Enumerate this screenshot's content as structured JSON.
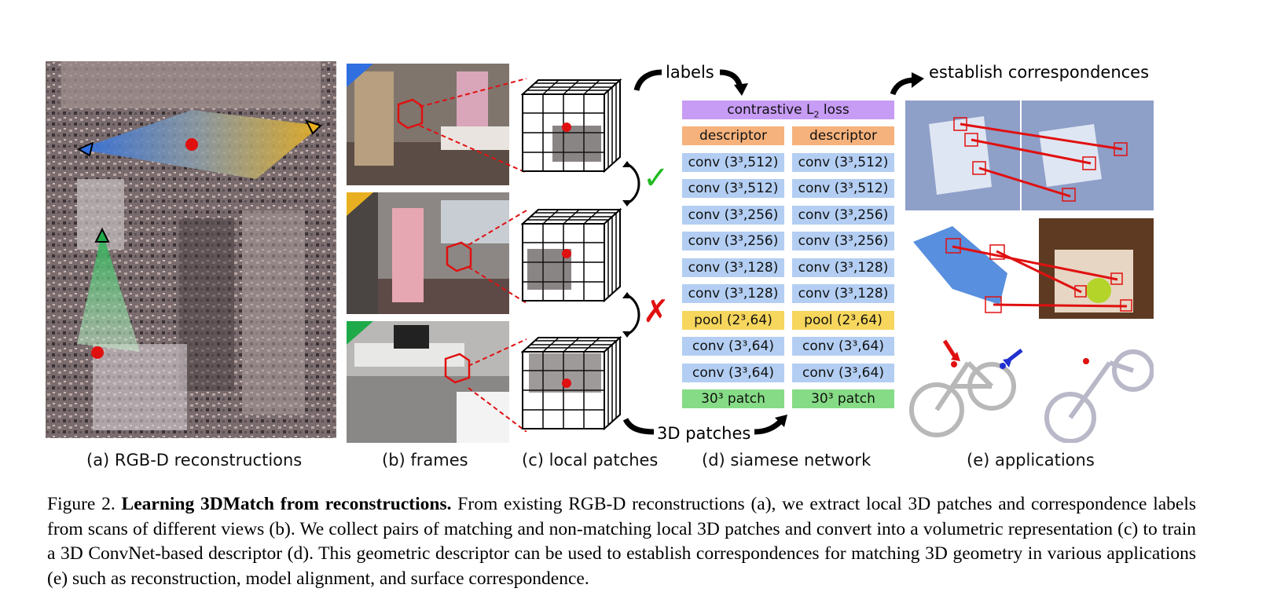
{
  "figure": {
    "panel_labels": {
      "a": "(a) RGB-D reconstructions",
      "b": "(b) frames",
      "c": "(c) local patches",
      "d": "(d) siamese network",
      "e": "(e) applications"
    },
    "arrow_labels": {
      "labels": "labels",
      "patches": "3D patches",
      "correspondences": "establish correspondences"
    },
    "network": {
      "loss": "contrastive L",
      "loss_sub": "2",
      "loss_suffix": " loss",
      "left": [
        "descriptor",
        "conv (3³,512)",
        "conv (3³,512)",
        "conv (3³,256)",
        "conv (3³,256)",
        "conv (3³,128)",
        "conv (3³,128)",
        "pool (2³,64)",
        "conv (3³,64)",
        "conv (3³,64)",
        "30³ patch"
      ],
      "right": [
        "descriptor",
        "conv (3³,512)",
        "conv (3³,512)",
        "conv (3³,256)",
        "conv (3³,256)",
        "conv (3³,128)",
        "conv (3³,128)",
        "pool (2³,64)",
        "conv (3³,64)",
        "conv (3³,64)",
        "30³ patch"
      ],
      "kinds": [
        "desc",
        "conv",
        "conv",
        "conv",
        "conv",
        "conv",
        "conv",
        "pool",
        "conv",
        "conv",
        "patch"
      ]
    },
    "match_marks": {
      "match": "✓",
      "nonmatch": "✗"
    }
  },
  "caption": {
    "prefix": "Figure 2.",
    "title": "Learning 3DMatch from reconstructions.",
    "body": "From existing RGB-D reconstructions (a), we extract local 3D patches and correspondence labels from scans of different views (b). We collect pairs of matching and non-matching local 3D patches and convert into a volumetric representation (c) to train a 3D ConvNet-based descriptor (d). This geometric descriptor can be used to establish correspondences for matching 3D geometry in various applications (e) such as reconstruction, model alignment, and surface correspondence."
  },
  "colors": {
    "conv": "#b3cef2",
    "descriptor": "#f6b27c",
    "pool": "#f6d65c",
    "patch": "#86dc86",
    "loss": "#c79cf5",
    "match": "#22bb22",
    "nonmatch": "#e01010",
    "keypoint": "#e01010"
  }
}
